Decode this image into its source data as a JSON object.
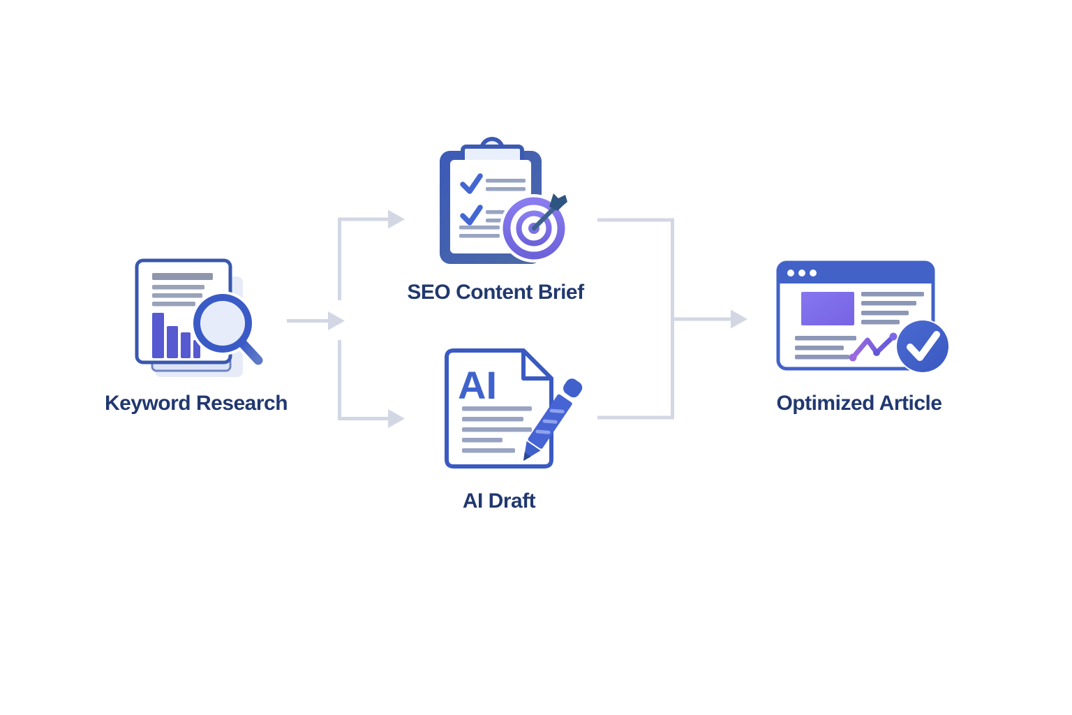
{
  "diagram": {
    "type": "flowchart",
    "title": "SEO content workflow",
    "background_color": "#ffffff",
    "connector_color": "#d3d7e4",
    "label_color": "#21386f",
    "nodes": [
      {
        "id": "keyword-research",
        "label": "Keyword Research",
        "icon": "document-bar-chart-magnifier-icon"
      },
      {
        "id": "seo-content-brief",
        "label": "SEO Content Brief",
        "icon": "clipboard-checklist-target-icon"
      },
      {
        "id": "ai-draft",
        "label": "AI Draft",
        "icon": "ai-document-pencil-icon"
      },
      {
        "id": "optimized-article",
        "label": "Optimized Article",
        "icon": "browser-article-checkmark-icon"
      }
    ],
    "edges": [
      {
        "from": "keyword-research",
        "to": "seo-content-brief"
      },
      {
        "from": "keyword-research",
        "to": "ai-draft"
      },
      {
        "from": "seo-content-brief",
        "to": "optimized-article"
      },
      {
        "from": "ai-draft",
        "to": "optimized-article"
      }
    ],
    "colors": {
      "primary_blue": "#3d5ec4",
      "board_blue": "#3f5eb2",
      "purple_accent": "#7b70e4",
      "bar_purple": "#5659d0",
      "panel_purple": "#7a68e8",
      "text_line_gray": "#99a4c2",
      "backing_sheet": "#e7ebf8",
      "check_circle_blue": "#3f62c8"
    }
  }
}
